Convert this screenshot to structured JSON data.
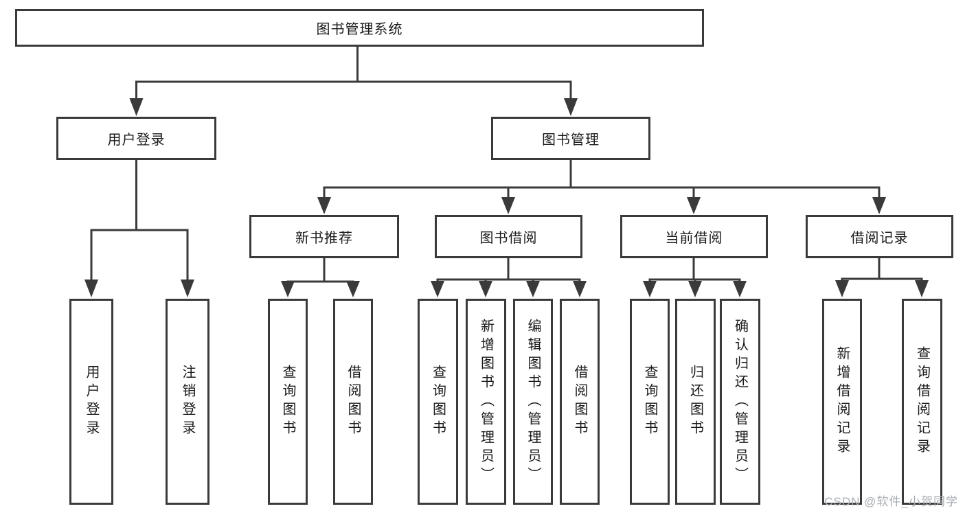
{
  "tree": {
    "root": {
      "label": "图书管理系统"
    },
    "branches": [
      {
        "label": "用户登录",
        "children": [
          {
            "label": "用户登录"
          },
          {
            "label": "注销登录"
          }
        ]
      },
      {
        "label": "图书管理",
        "groups": [
          {
            "label": "新书推荐",
            "children": [
              {
                "label": "查询图书"
              },
              {
                "label": "借阅图书"
              }
            ]
          },
          {
            "label": "图书借阅",
            "children": [
              {
                "label": "查询图书"
              },
              {
                "label": "新增图书（管理员）"
              },
              {
                "label": "编辑图书（管理员）"
              },
              {
                "label": "借阅图书"
              }
            ]
          },
          {
            "label": "当前借阅",
            "children": [
              {
                "label": "查询图书"
              },
              {
                "label": "归还图书"
              },
              {
                "label": "确认归还（管理员）"
              }
            ]
          },
          {
            "label": "借阅记录",
            "children": [
              {
                "label": "新增借阅记录"
              },
              {
                "label": "查询借阅记录"
              }
            ]
          }
        ]
      }
    ]
  },
  "watermark": {
    "text": "CSDN @软件_小贺同学"
  },
  "colors": {
    "line": "#3a3a3a",
    "box_background": "#ffffff",
    "text": "#1a1a1a",
    "watermark": "#a9aeb4"
  }
}
